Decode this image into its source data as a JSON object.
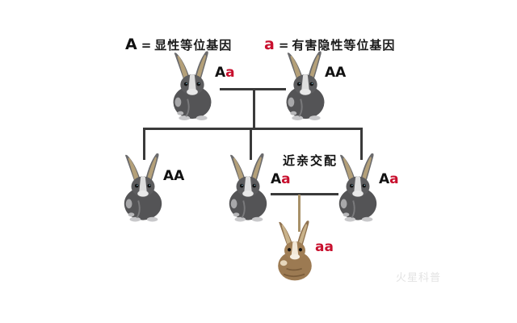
{
  "legend": {
    "dominant": {
      "symbol": "A",
      "equals": "=",
      "text": "显性等位基因"
    },
    "recessive": {
      "symbol": "a",
      "equals": "=",
      "text": "有害隐性等位基因"
    }
  },
  "parents": [
    {
      "genotype_1": "A",
      "genotype_2": "a",
      "coat": "gray"
    },
    {
      "genotype_1": "A",
      "genotype_2": "A",
      "coat": "gray"
    }
  ],
  "offspring": [
    {
      "genotype_1": "A",
      "genotype_2": "A",
      "coat": "gray"
    },
    {
      "genotype_1": "A",
      "genotype_2": "a",
      "coat": "gray"
    },
    {
      "genotype_1": "A",
      "genotype_2": "a",
      "coat": "gray"
    }
  ],
  "inbreeding_label": "近亲交配",
  "grandchild": {
    "genotype_1": "a",
    "genotype_2": "a",
    "coat": "brown"
  },
  "watermark": "火星科普",
  "colors": {
    "recessive_red": "#c8102e",
    "line_gray": "#3a3a3a",
    "line_brown": "#a89168",
    "gray_rabbit": "#5a5a5c",
    "brown_rabbit": "#9c7a52"
  }
}
